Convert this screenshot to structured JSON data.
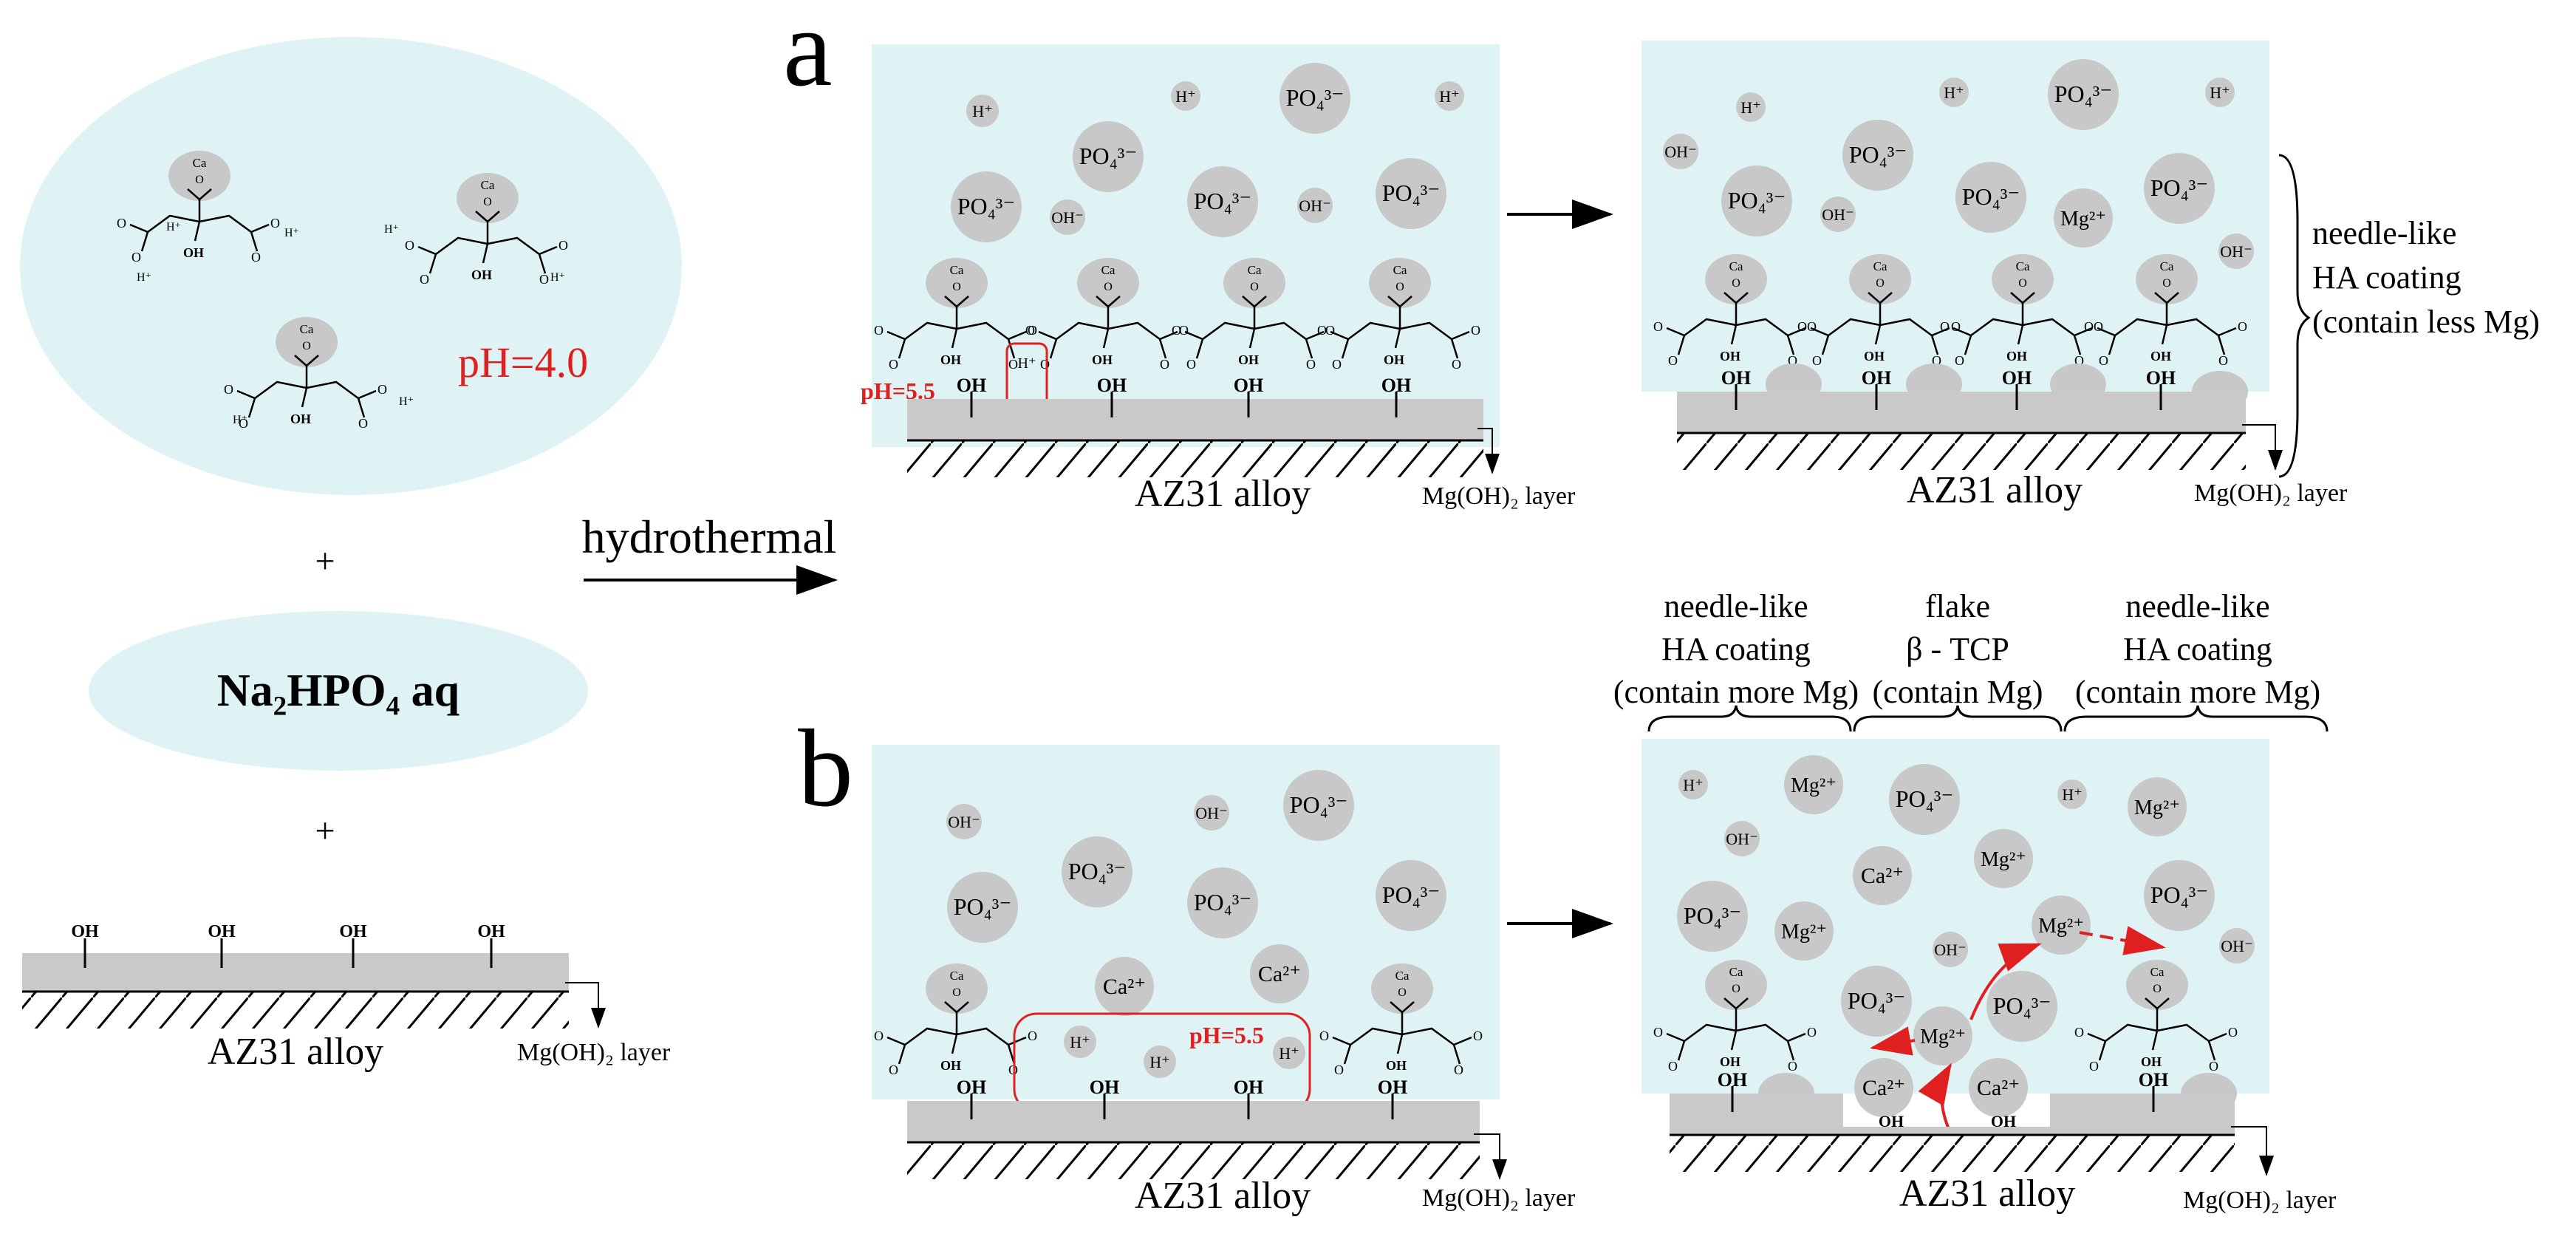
{
  "colors": {
    "solution": "#dff3f5",
    "ion": "#c8c8c8",
    "substrate": "#c9c9c9",
    "line": "#000000",
    "highlight": "#e02020"
  },
  "panel_labels": {
    "a": "a",
    "b": "b"
  },
  "left": {
    "ph_label": "pH=4.0",
    "plus": "+",
    "na2hpo4": "Na₂HPO₄   aq",
    "alloy": "AZ31 alloy",
    "oh_layer": "Mg(OH)₂ layer"
  },
  "process": {
    "hydrothermal": "hydrothermal"
  },
  "chem": {
    "OH": "OH",
    "H+": "H⁺",
    "Ca2+": "Ca²⁺",
    "Mg2+": "Mg²⁺",
    "PO43-": "PO₄³⁻",
    "OH-": "OH⁻"
  },
  "panel_a": {
    "ph_local": "pH=5.5",
    "alloy": "AZ31 alloy",
    "oh_layer": "Mg(OH)₂ layer",
    "coating_line1": "needle-like",
    "coating_line2": "HA coating",
    "coating_line3": "(contain less Mg)"
  },
  "panel_b": {
    "ph_local": "pH=5.5",
    "alloy": "AZ31 alloy",
    "oh_layer": "Mg(OH)₂ layer",
    "left_group": [
      "needle-like",
      "HA coating",
      "(contain more Mg)"
    ],
    "mid_group": [
      "flake",
      "β - TCP",
      "(contain Mg)"
    ],
    "right_group": [
      "needle-like",
      "HA coating",
      "(contain more Mg)"
    ]
  }
}
